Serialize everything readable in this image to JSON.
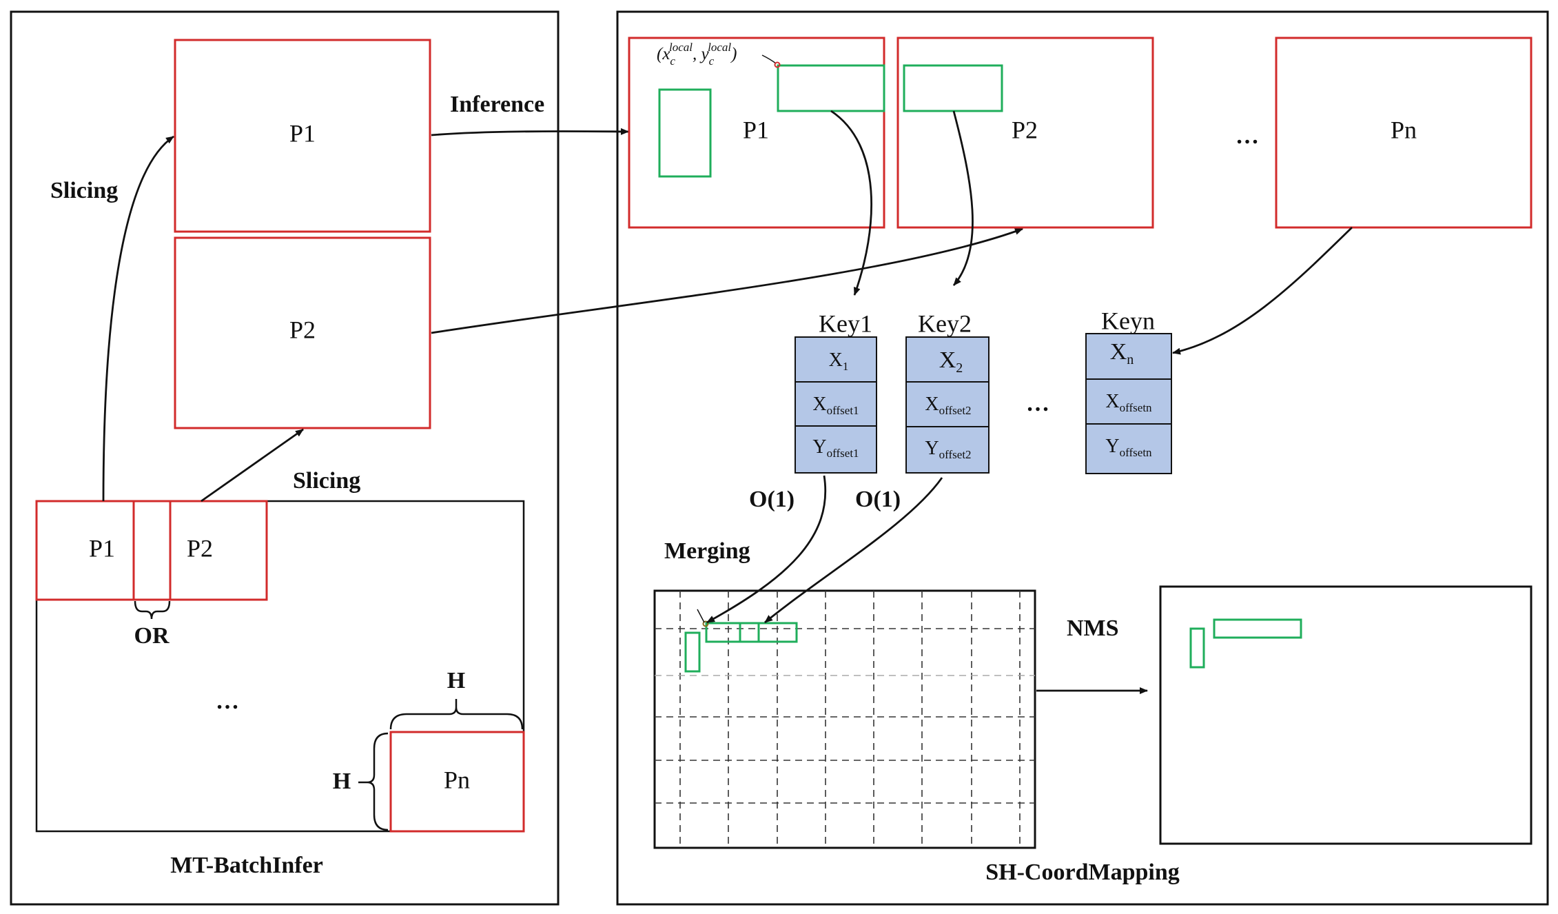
{
  "left_panel": {
    "title": "MT-BatchInfer",
    "patch_p1": "P1",
    "patch_p2": "P2",
    "slicing_top": "Slicing",
    "slicing_mid": "Slicing",
    "image_p1": "P1",
    "image_p2": "P2",
    "overlap_label": "OR",
    "ellipsis": "…",
    "image_pn": "Pn",
    "size_h_top": "H",
    "size_h_left": "H"
  },
  "inference_label": "Inference",
  "right_panel": {
    "title": "SH-CoordMapping",
    "coord_label": {
      "base": "(x",
      "sub": "c",
      "sup": "local",
      "sep": ", y",
      "sub2": "c",
      "sup2": "local",
      "close": ")"
    },
    "result_p1": "P1",
    "result_p2": "P2",
    "result_pn": "Pn",
    "top_ellipsis": "…",
    "key_ellipsis": "…",
    "keys": [
      {
        "name": "Key1",
        "x": "X",
        "x_sub": "1",
        "xo": "X",
        "xo_sub": "offset1",
        "yo": "Y",
        "yo_sub": "offset1"
      },
      {
        "name": "Key2",
        "x": "X",
        "x_sub": "2",
        "xo": "X",
        "xo_sub": "offset2",
        "yo": "Y",
        "yo_sub": "offset2"
      },
      {
        "name": "Keyn",
        "x": "X",
        "x_sub": "n",
        "xo": "X",
        "xo_sub": "offsetn",
        "yo": "Y",
        "yo_sub": "offsetn"
      }
    ],
    "lookup_1": "O(1)",
    "lookup_2": "O(1)",
    "merging_label": "Merging",
    "nms_label": "NMS"
  },
  "colors": {
    "patch_border": "#d22b2b",
    "box_green": "#1fae5b",
    "key_fill": "#b4c7e7"
  }
}
